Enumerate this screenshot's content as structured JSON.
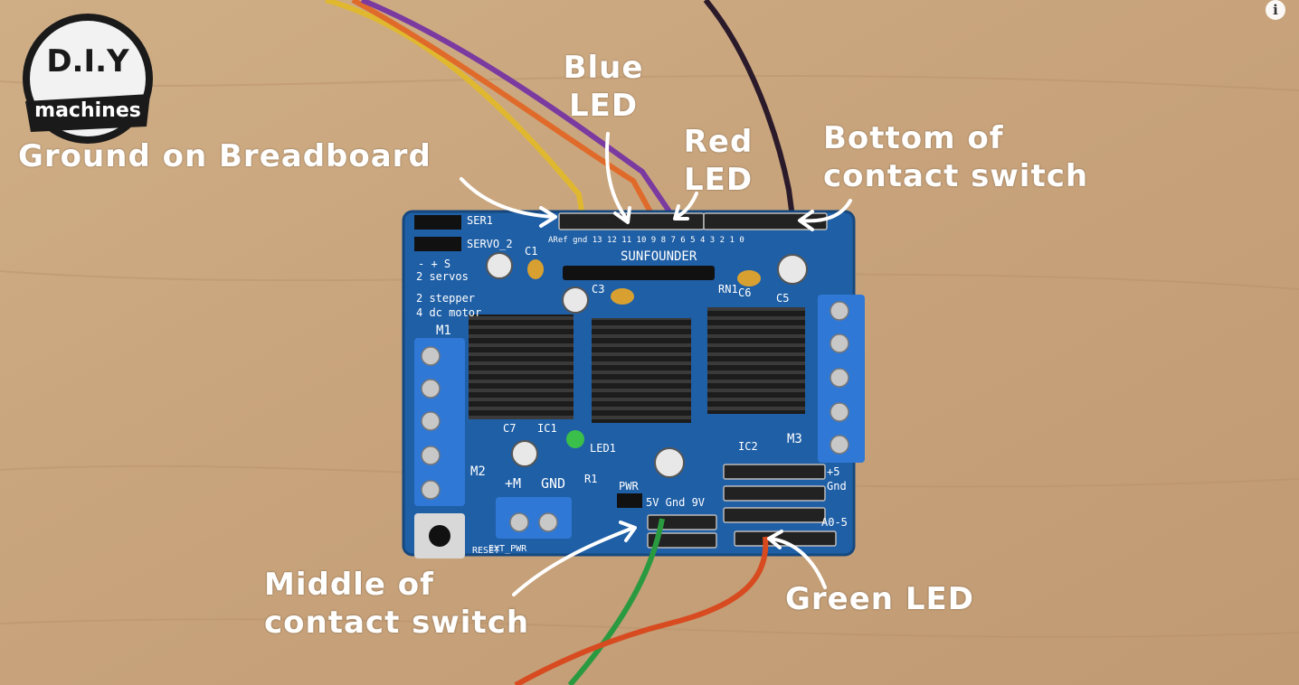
{
  "logo": {
    "top_text": "D.I.Y",
    "bottom_text": "machines"
  },
  "annotations": {
    "ground": "Ground on Breadboard",
    "blue_line1": "Blue",
    "blue_line2": "LED",
    "red_line1": "Red",
    "red_line2": "LED",
    "bottom_line1": "Bottom of",
    "bottom_line2": "contact switch",
    "middle_line1": "Middle of",
    "middle_line2": "contact switch",
    "green": "Green LED"
  },
  "board": {
    "brand": "SUNFOUNDER",
    "labels": {
      "ser1": "SER1",
      "servo2": "SERVO_2",
      "pm": "- + S",
      "servos": "2 servos",
      "stepper": "2 stepper",
      "dc": "4 dc motor",
      "m1": "M1",
      "m2": "M2",
      "m3": "M3",
      "c1": "C1",
      "c3": "C3",
      "c5": "C5",
      "c6": "C6",
      "c7": "C7",
      "ic1": "IC1",
      "ic2": "IC2",
      "rn1": "RN1",
      "led1": "LED1",
      "r1": "R1",
      "pm_plus": "+M",
      "gnd": "GND",
      "pwr": "PWR",
      "volts": "5V Gnd 9V",
      "reset": "RESET",
      "ext": "EXT_PWR",
      "plus5": "+5",
      "gnd2": "Gnd",
      "a05": "A0-5",
      "pins": "ARef gnd 13 12 11 10 9 8  7 6 5 4 3 2 1 0"
    }
  },
  "info_button": "i",
  "colors": {
    "table": "#c9a57e",
    "board": "#1f5fa6",
    "terminal": "#2f78d6",
    "heatsink": "#1c1c1c",
    "annotation": "#ffffff",
    "wire_yellow": "#e0b830",
    "wire_orange": "#e06a2a",
    "wire_purple": "#7a3aa0",
    "wire_black": "#2a1a2a",
    "wire_green": "#2a9a40",
    "wire_red": "#d84a20"
  }
}
